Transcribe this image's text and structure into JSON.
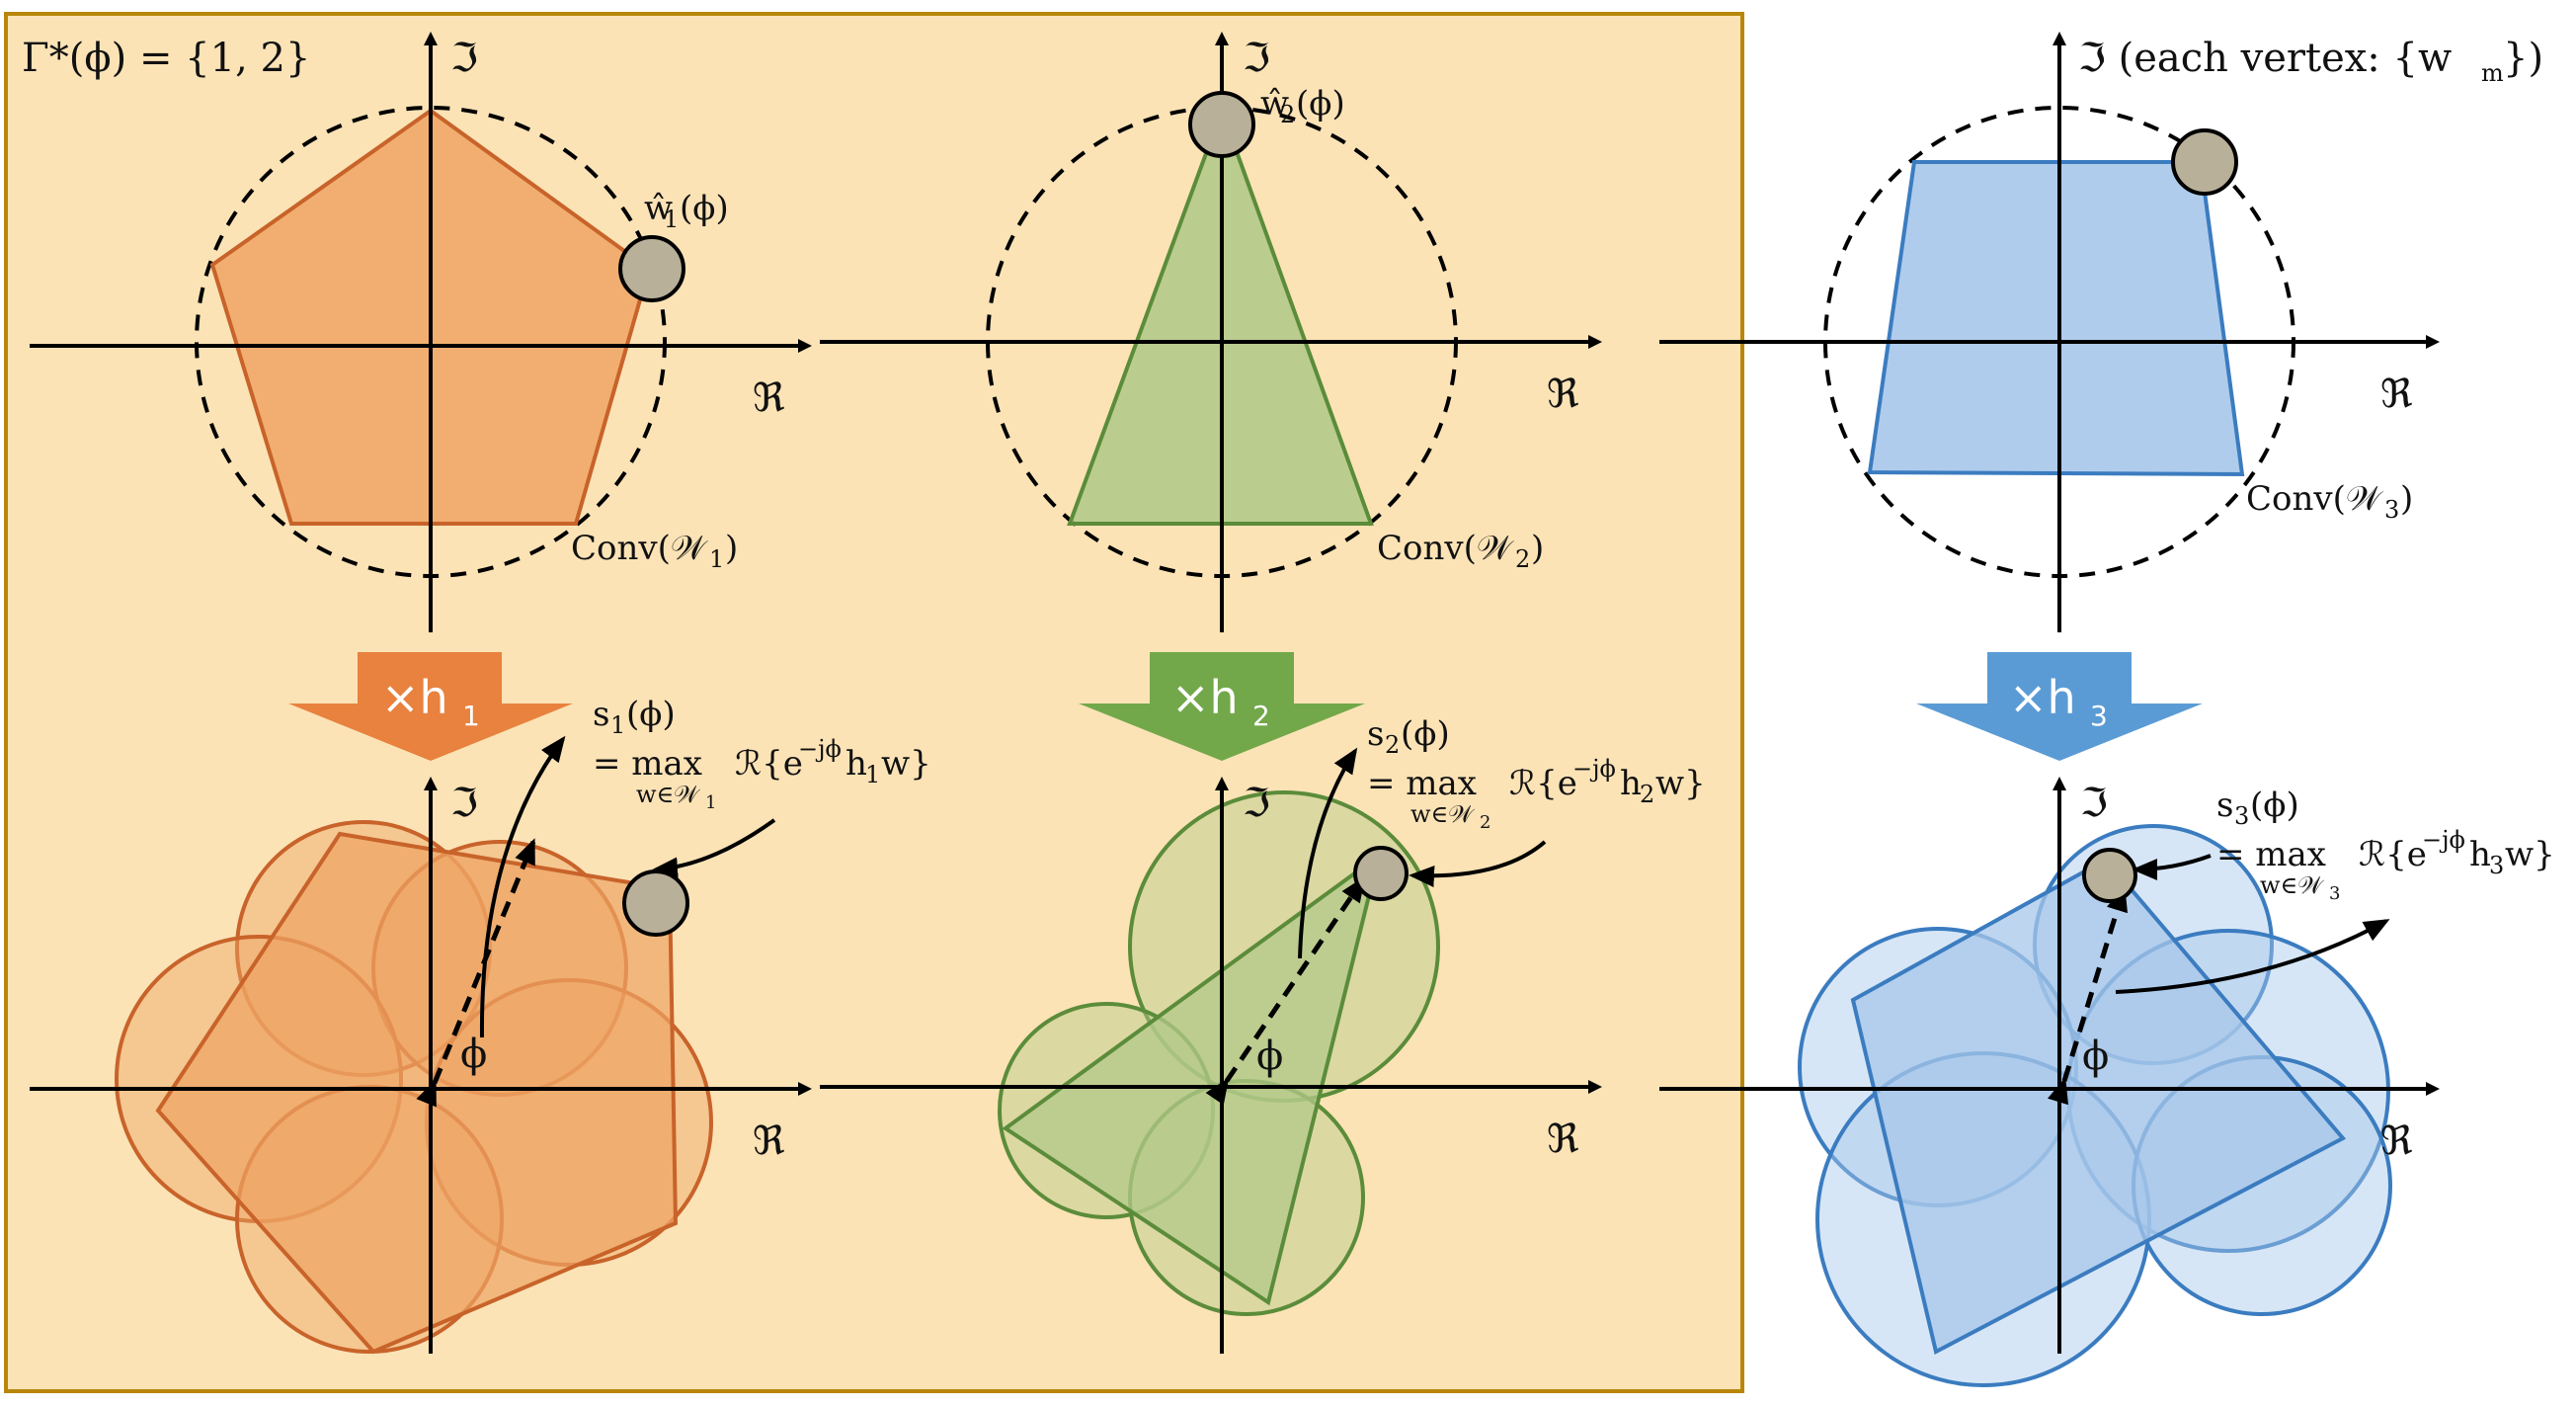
{
  "colors": {
    "panel_bg": "#fbe3b6",
    "panel_border": "#b8860b",
    "orange_stroke": "#c8632a",
    "orange_fill": "#eea464",
    "orange_arrow": "#e8823e",
    "green_stroke": "#5b8c3a",
    "green_fill": "#b3c98a",
    "green_arrow": "#72a84a",
    "blue_stroke": "#3b7cc0",
    "blue_fill": "#a7c7ea",
    "blue_arrow": "#5b9bd5",
    "marker_fill": "#b9b09a"
  },
  "labels": {
    "gamma": "Γ*(ϕ) = {1, 2}",
    "imag_axis": "ℑ",
    "imag_axis_each": "ℑ (each vertex: {w",
    "imag_axis_each_sub": "m",
    "imag_axis_each_tail": "})",
    "real_axis": "ℜ",
    "phi": "ϕ",
    "conv_w1": "Conv(𝒲",
    "conv_w2": "Conv(𝒲",
    "conv_w3": "Conv(𝒲",
    "idx1": "1",
    "idx2": "2",
    "idx3": "3",
    "close_paren": ")",
    "w_hat_1": "ŵ",
    "w_hat_2": "ŵ",
    "w_hat_tail": "(ϕ)",
    "times_h": "×h",
    "s_label": "s",
    "s_tail": "(ϕ)",
    "eq_max": "= max",
    "under_w": "w∈𝒲",
    "re_expr_1": "ℛ{e",
    "exp": "−jϕ",
    "h_w_1": "h",
    "w_close": "w}"
  }
}
